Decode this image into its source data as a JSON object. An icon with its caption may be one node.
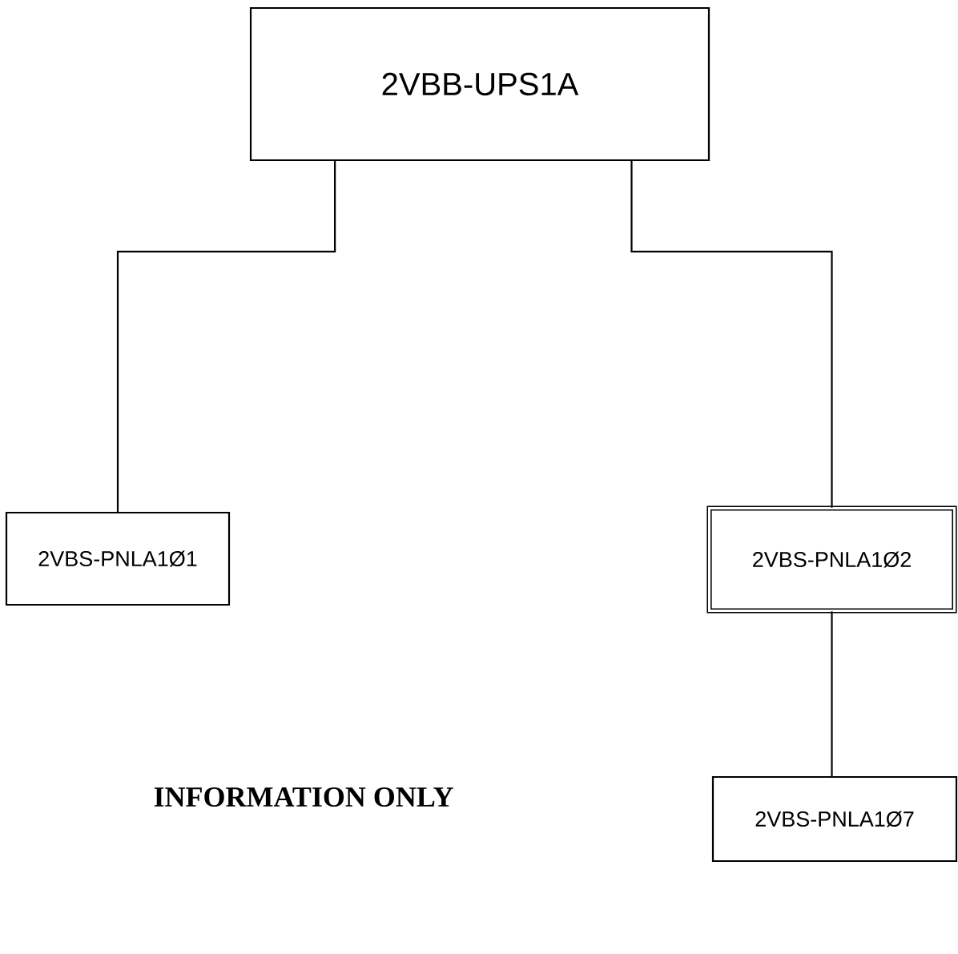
{
  "diagram": {
    "nodes": [
      {
        "text": [
          "2VBB-UPS1A"
        ]
      },
      {
        "text": [
          "2VBS-PNLA1Ø1"
        ]
      },
      {
        "text": [
          "2VBS-PNLA1Ø2"
        ]
      },
      {
        "text": [
          "2VBS-PNLA1Ø7"
        ]
      }
    ],
    "edges": [
      {
        "from": 0,
        "to": 1,
        "arrow": "none"
      },
      {
        "from": 0,
        "to": 2,
        "arrow": "none"
      },
      {
        "from": 2,
        "to": 3,
        "arrow": "none"
      }
    ],
    "labels": [
      "INFORMATION ONLY"
    ]
  }
}
